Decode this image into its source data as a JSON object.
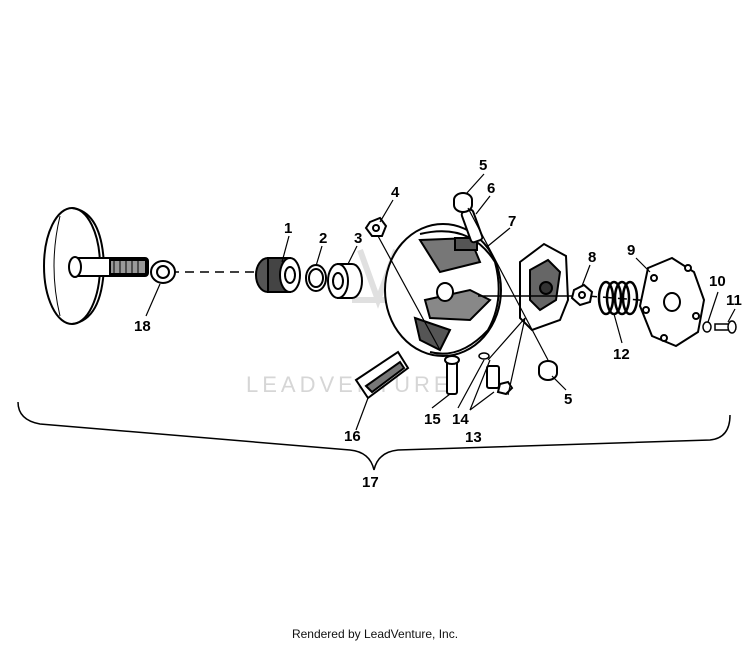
{
  "watermark": "LEADVENTURE",
  "footer": "Rendered by LeadVenture, Inc.",
  "callouts": [
    {
      "id": "1",
      "text": "1"
    },
    {
      "id": "2",
      "text": "2"
    },
    {
      "id": "3",
      "text": "3"
    },
    {
      "id": "4",
      "text": "4"
    },
    {
      "id": "5a",
      "text": "5"
    },
    {
      "id": "5b",
      "text": "5"
    },
    {
      "id": "6",
      "text": "6"
    },
    {
      "id": "7",
      "text": "7"
    },
    {
      "id": "8",
      "text": "8"
    },
    {
      "id": "9",
      "text": "9"
    },
    {
      "id": "10",
      "text": "10"
    },
    {
      "id": "11",
      "text": "11"
    },
    {
      "id": "12",
      "text": "12"
    },
    {
      "id": "13",
      "text": "13"
    },
    {
      "id": "14",
      "text": "14"
    },
    {
      "id": "15",
      "text": "15"
    },
    {
      "id": "16",
      "text": "16"
    },
    {
      "id": "17",
      "text": "17"
    },
    {
      "id": "18",
      "text": "18"
    }
  ]
}
